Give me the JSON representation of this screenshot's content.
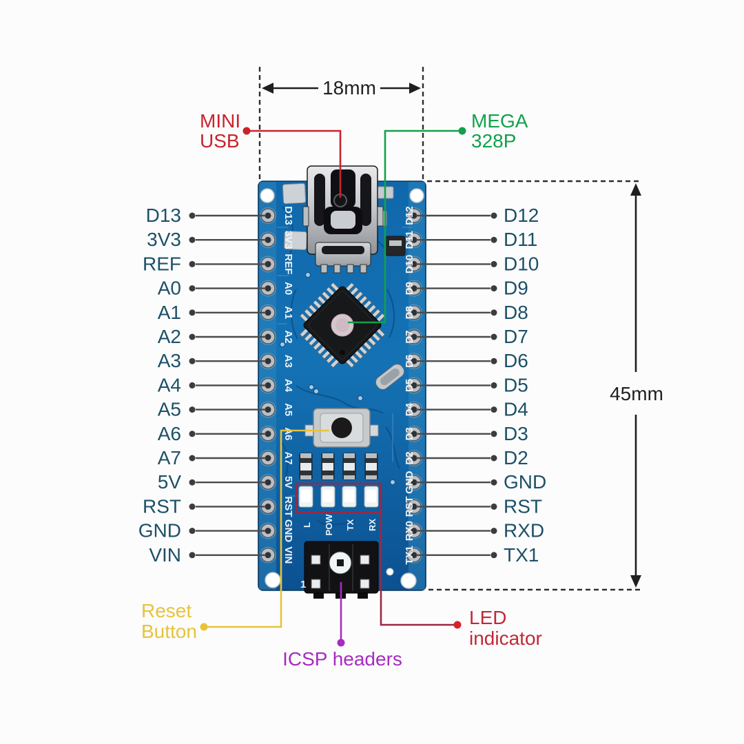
{
  "dimensions": {
    "width": {
      "label": "18mm"
    },
    "height": {
      "label": "45mm"
    }
  },
  "callouts": {
    "mini_usb": {
      "line1": "MINI",
      "line2": "USB"
    },
    "mega328p": {
      "line1": "MEGA",
      "line2": "328P"
    },
    "reset_button": {
      "line1": "Reset",
      "line2": "Button"
    },
    "icsp_headers": {
      "label": "ICSP headers"
    },
    "led_indicator": {
      "line1": "LED",
      "line2": "indicator"
    }
  },
  "pins": {
    "left": [
      {
        "label": "D13",
        "silk": "D13"
      },
      {
        "label": "3V3",
        "silk": "3V3"
      },
      {
        "label": "REF",
        "silk": "REF"
      },
      {
        "label": "A0",
        "silk": "A0"
      },
      {
        "label": "A1",
        "silk": "A1"
      },
      {
        "label": "A2",
        "silk": "A2"
      },
      {
        "label": "A3",
        "silk": "A3"
      },
      {
        "label": "A4",
        "silk": "A4"
      },
      {
        "label": "A5",
        "silk": "A5"
      },
      {
        "label": "A6",
        "silk": "A6"
      },
      {
        "label": "A7",
        "silk": "A7"
      },
      {
        "label": "5V",
        "silk": "5V"
      },
      {
        "label": "RST",
        "silk": "RST"
      },
      {
        "label": "GND",
        "silk": "GND"
      },
      {
        "label": "VIN",
        "silk": "VIN"
      }
    ],
    "right": [
      {
        "label": "D12",
        "silk": "D12"
      },
      {
        "label": "D11",
        "silk": "D11"
      },
      {
        "label": "D10",
        "silk": "D10"
      },
      {
        "label": "D9",
        "silk": "D9"
      },
      {
        "label": "D8",
        "silk": "D8"
      },
      {
        "label": "D7",
        "silk": "D7"
      },
      {
        "label": "D6",
        "silk": "D6"
      },
      {
        "label": "D5",
        "silk": "D5"
      },
      {
        "label": "D4",
        "silk": "D4"
      },
      {
        "label": "D3",
        "silk": "D3"
      },
      {
        "label": "D2",
        "silk": "D2"
      },
      {
        "label": "GND",
        "silk": "GND"
      },
      {
        "label": "RST",
        "silk": "RST"
      },
      {
        "label": "RXD",
        "silk": "RX0"
      },
      {
        "label": "TX1",
        "silk": "TX1"
      }
    ]
  },
  "board": {
    "led_silk": [
      "L",
      "POW",
      "TX",
      "RX"
    ],
    "pin1_marker": "1"
  },
  "colors": {
    "red": "#c8242d",
    "green": "#12a14b",
    "yellow": "#e7c33c",
    "magenta": "#a62cc0",
    "crimson": "#c0293a",
    "maroon": "#9c2742",
    "pin_label": "#1d5068",
    "dimension_text": "#1f1f1f",
    "callout_line_gray": "#4a4a4a",
    "board_blue": "#0f5c9e"
  }
}
